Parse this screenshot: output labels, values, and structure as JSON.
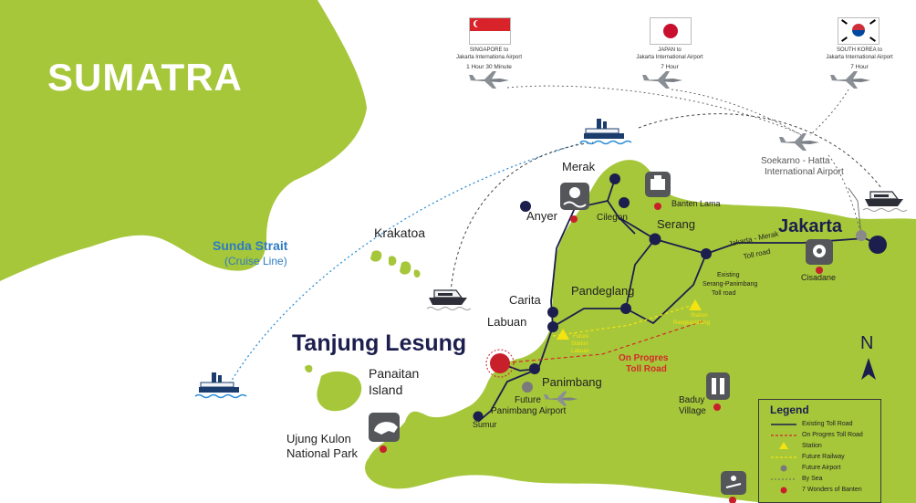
{
  "colors": {
    "land": "#a6c73a",
    "sea": "#ffffff",
    "node": "#1c1e4e",
    "wonder": "#c8202a",
    "future": "#7a7a7a",
    "progress_road": "#d42a2a",
    "station": "#f5e311",
    "sea_route_blue": "#2f8fd8",
    "sea_route_dark": "#444444",
    "accent_blue": "#2e7bc3"
  },
  "title": "SUMATRA",
  "flights": [
    {
      "line1": "SINGAPORE to",
      "line2": "Jakarta Internationa Airport",
      "duration": "1 Hour 30 Minute",
      "flag": "singapore-flag"
    },
    {
      "line1": "JAPAN to",
      "line2": "Jakarta International Airport",
      "duration": "7 Hour",
      "flag": "japan-flag"
    },
    {
      "line1": "SOUTH KOREA to",
      "line2": "Jakarta International Airport",
      "duration": "7 Hour",
      "flag": "south-korea-flag"
    }
  ],
  "airport": {
    "line1": "Soekarno - Hatta",
    "line2": "International Airport"
  },
  "sea": {
    "name": "Sunda Strait",
    "sub": "(Cruise Line)"
  },
  "islands": {
    "krakatoa": "Krakatoa",
    "panaitan_1": "Panaitan",
    "panaitan_2": "Island"
  },
  "places": {
    "tanjung_lesung": "Tanjung Lesung",
    "jakarta": "Jakarta",
    "merak": "Merak",
    "anyer": "Anyer",
    "cilegon": "Cilegon",
    "banten_lama": "Banten Lama",
    "serang": "Serang",
    "carita": "Carita",
    "labuan": "Labuan",
    "pandeglang": "Pandeglang",
    "panimbang": "Panimbang",
    "sumur": "Sumur",
    "cisadane": "Cisadane",
    "ujung_kulon_1": "Ujung Kulon",
    "ujung_kulon_2": "National Park",
    "baduy_1": "Baduy",
    "baduy_2": "Village",
    "future_airport_1": "Future",
    "future_airport_2": "Panimbang Airport"
  },
  "roads": {
    "toll_1": "Jakarta - Merak",
    "toll_2": "Toll road",
    "existing_1": "Existing",
    "existing_2": "Serang-Panimbang",
    "existing_3": "Toll road",
    "progress_1": "On Progres",
    "progress_2": "Toll Road"
  },
  "stations": {
    "labuan_1": "Future",
    "labuan_2": "Station",
    "labuan_3": "Labuan",
    "rangkas_1": "Station",
    "rangkas_2": "Rangkasbitung"
  },
  "compass": "N",
  "legend": {
    "title": "Legend",
    "items": [
      {
        "label": "Existing Toll Road",
        "symbol": "solid-line"
      },
      {
        "label": "On Progres Toll Road",
        "symbol": "red-dashed-line"
      },
      {
        "label": "Station",
        "symbol": "yellow-triangle"
      },
      {
        "label": "Future Railway",
        "symbol": "yellow-dashed-line"
      },
      {
        "label": "Future Airport",
        "symbol": "grey-dot"
      },
      {
        "label": "By Sea",
        "symbol": "dotted-line"
      },
      {
        "label": "7 Wonders of Banten",
        "symbol": "red-dot"
      }
    ]
  }
}
